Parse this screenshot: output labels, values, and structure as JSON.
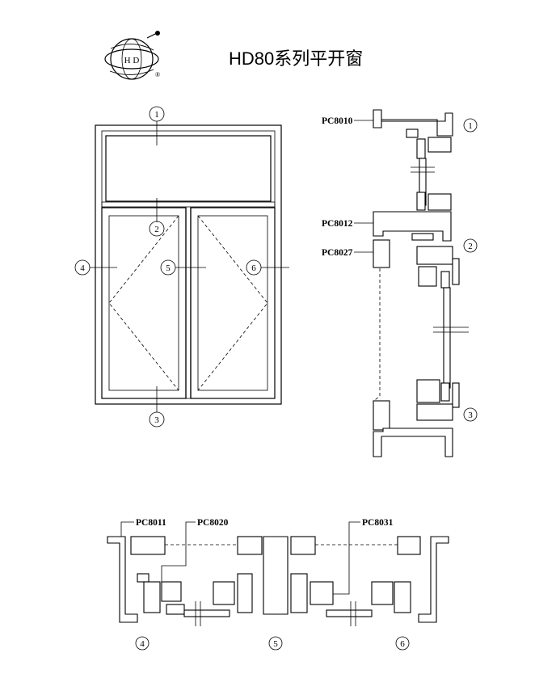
{
  "title": "HD80系列平开窗",
  "logo": {
    "letters": "H D",
    "registered": "®"
  },
  "markers": [
    "1",
    "2",
    "3",
    "4",
    "5",
    "6"
  ],
  "profiles": {
    "pc8010": "PC8010",
    "pc8012": "PC8012",
    "pc8027": "PC8027",
    "pc8011": "PC8011",
    "pc8020": "PC8020",
    "pc8031": "PC8031"
  }
}
